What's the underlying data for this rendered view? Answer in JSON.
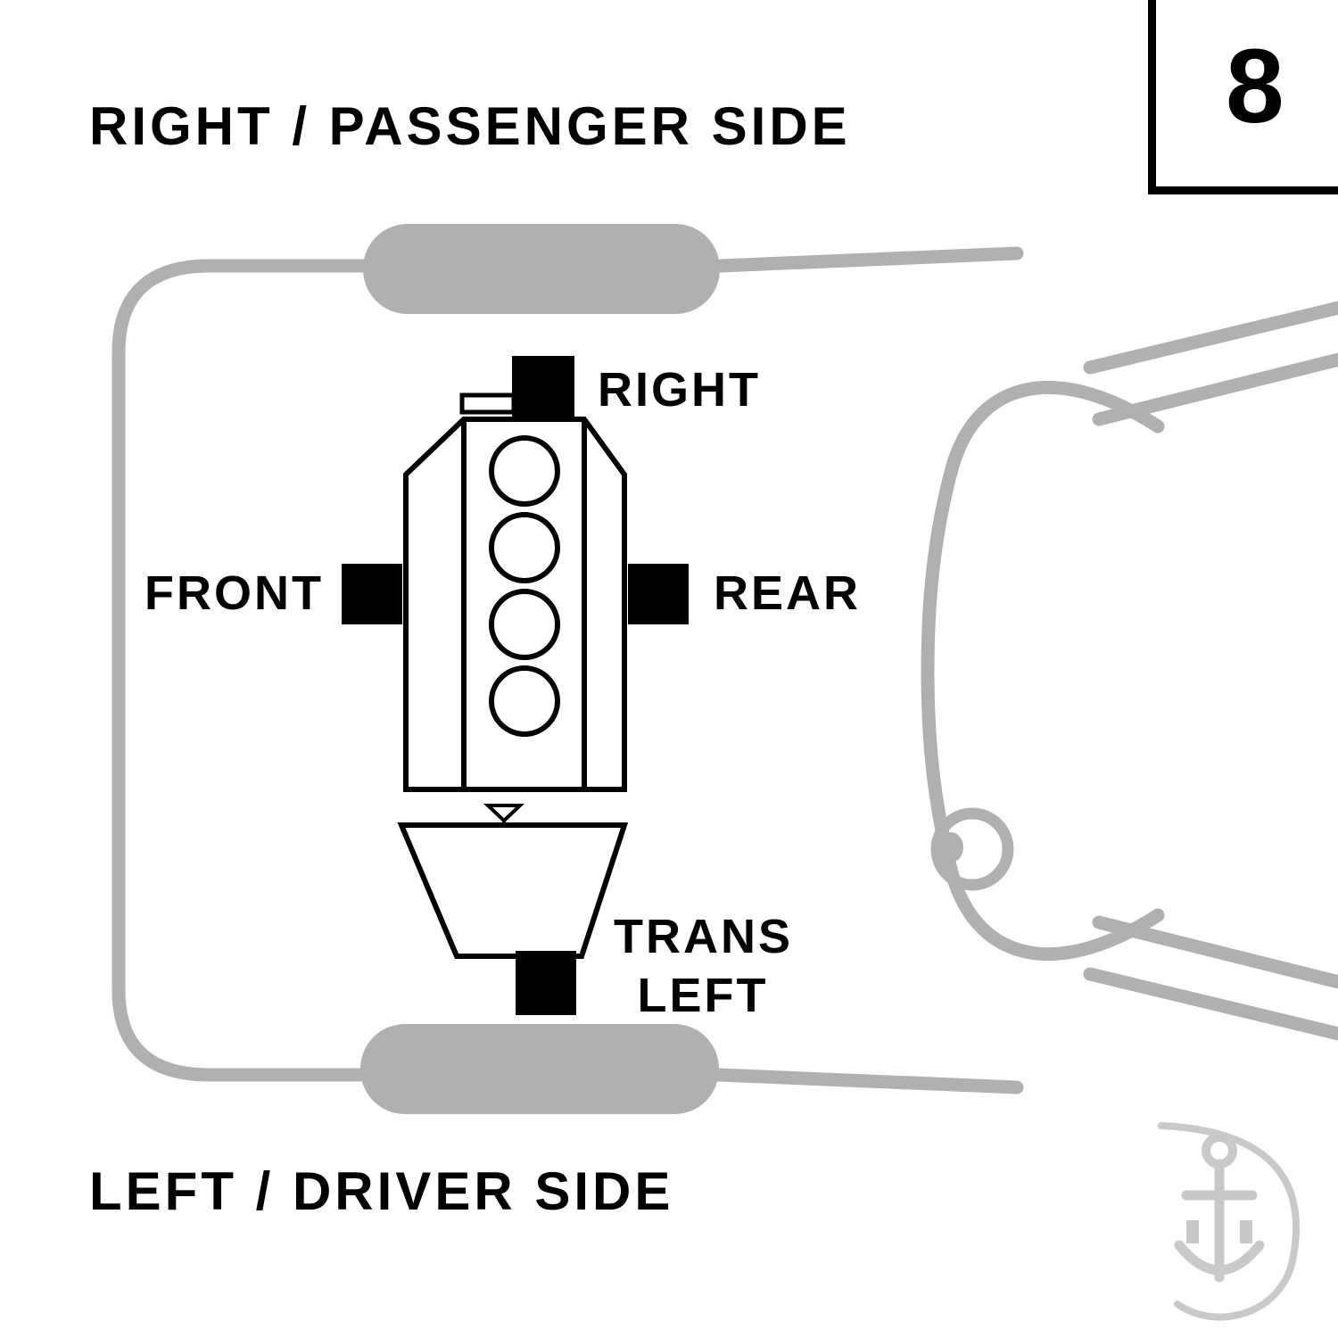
{
  "page": {
    "number": "8",
    "title_top": "RIGHT / PASSENGER SIDE",
    "title_bottom": "LEFT / DRIVER SIDE"
  },
  "diagram": {
    "type": "engine-mount-location-diagram",
    "labels": {
      "right_mount": "RIGHT",
      "front_mount": "FRONT",
      "rear_mount": "REAR",
      "trans_mount_line1": "TRANS",
      "trans_mount_line2": "LEFT"
    },
    "colors": {
      "car_outline": "#b0b0b0",
      "engine_outline": "#000000",
      "mount_marker": "#000000",
      "watermark": "#c9c9c9"
    }
  }
}
